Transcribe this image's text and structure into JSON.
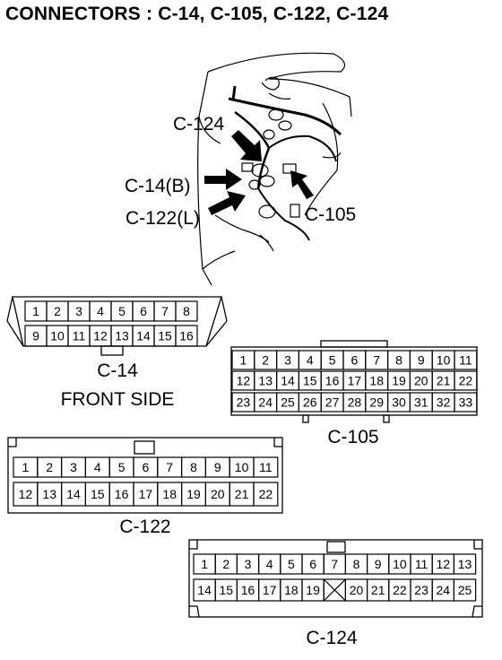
{
  "title": "CONNECTORS : C-14, C-105, C-122, C-124",
  "illustration": {
    "labels": {
      "c124": "C-124",
      "c14": "C-14(B)",
      "c122": "C-122(L)",
      "c105": "C-105"
    }
  },
  "connectors": {
    "c14": {
      "name": "C-14",
      "subtitle": "FRONT SIDE",
      "top_row": [
        "1",
        "2",
        "3",
        "4",
        "5",
        "6",
        "7",
        "8"
      ],
      "bottom_row": [
        "9",
        "10",
        "11",
        "12",
        "13",
        "14",
        "15",
        "16"
      ]
    },
    "c105": {
      "name": "C-105",
      "row1": [
        "1",
        "2",
        "3",
        "4",
        "5",
        "6",
        "7",
        "8",
        "9",
        "10",
        "11"
      ],
      "row2": [
        "12",
        "13",
        "14",
        "15",
        "16",
        "17",
        "18",
        "19",
        "20",
        "21",
        "22"
      ],
      "row3": [
        "23",
        "24",
        "25",
        "26",
        "27",
        "28",
        "29",
        "30",
        "31",
        "32",
        "33"
      ]
    },
    "c122": {
      "name": "C-122",
      "top_row": [
        "1",
        "2",
        "3",
        "4",
        "5",
        "6",
        "7",
        "8",
        "9",
        "10",
        "11"
      ],
      "bottom_row": [
        "12",
        "13",
        "14",
        "15",
        "16",
        "17",
        "18",
        "19",
        "20",
        "21",
        "22"
      ]
    },
    "c124": {
      "name": "C-124",
      "top_row": [
        "1",
        "2",
        "3",
        "4",
        "5",
        "6",
        "7",
        "8",
        "9",
        "10",
        "11",
        "12",
        "13"
      ],
      "bottom_row": [
        "14",
        "15",
        "16",
        "17",
        "18",
        "19",
        "",
        "20",
        "21",
        "22",
        "23",
        "24",
        "25"
      ]
    }
  }
}
